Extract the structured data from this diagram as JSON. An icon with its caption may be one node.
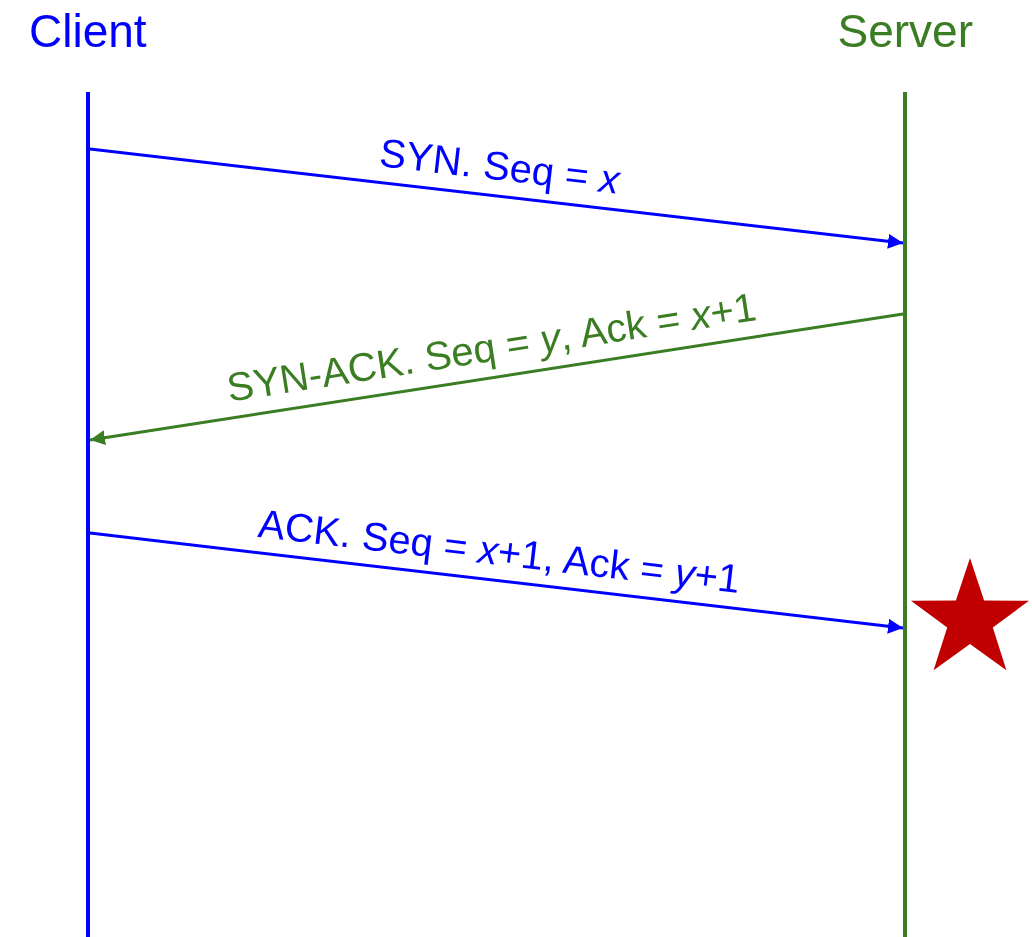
{
  "diagram": {
    "nodes": [
      {
        "text": [
          "Client"
        ]
      },
      {
        "text": [
          "Server"
        ]
      }
    ],
    "edges": [
      {
        "from": 0,
        "to": 1,
        "arrow": "to",
        "label": "SYN. Seq = *x*"
      },
      {
        "from": 1,
        "to": 0,
        "arrow": "to",
        "label": "SYN-ACK. Seq = *y*, Ack = *x*+1",
        "color": "#3a7d22"
      },
      {
        "from": 0,
        "to": 1,
        "arrow": "to",
        "label": "ACK. Seq = *x*+1, Ack = *y*+1"
      }
    ]
  }
}
